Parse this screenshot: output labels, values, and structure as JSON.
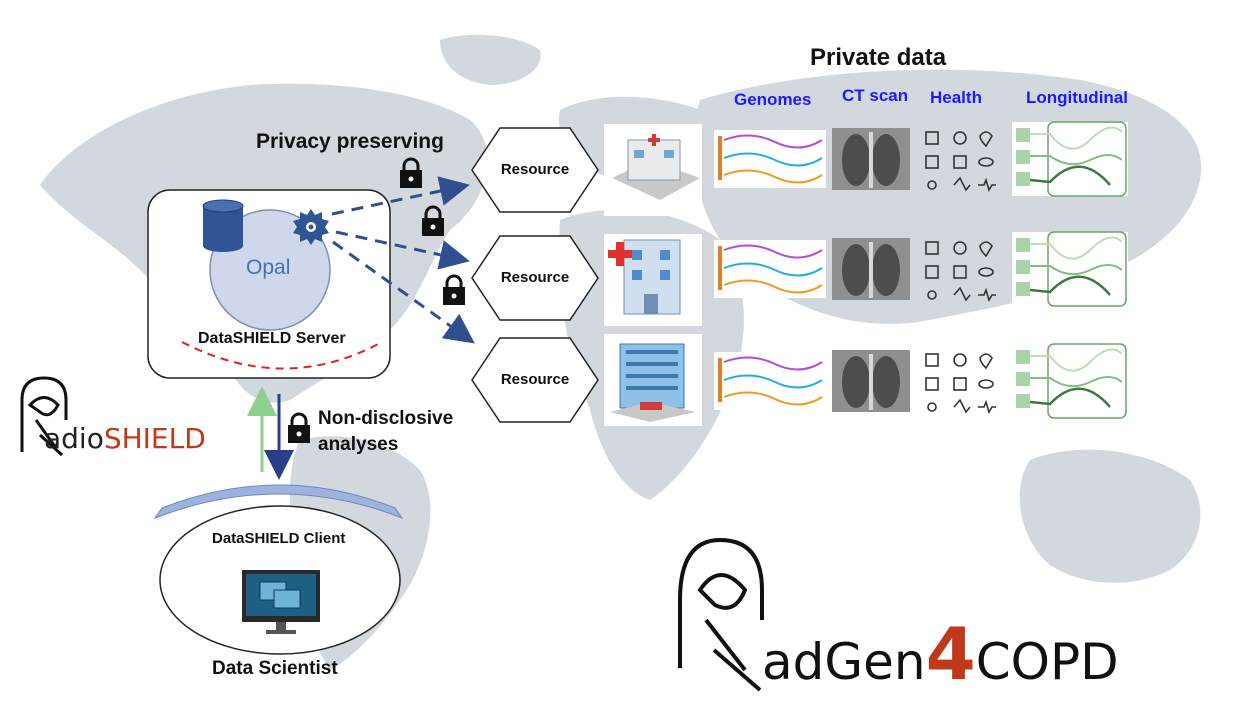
{
  "texts": {
    "private_data": "Private data",
    "privacy_preserving": "Privacy preserving",
    "opal": "Opal",
    "server": "DataSHIELD Server",
    "client": "DataSHIELD Client",
    "scientist": "Data Scientist",
    "non_disclosive_line1": "Non-disclosive",
    "non_disclosive_line2": "analyses"
  },
  "columns": {
    "genomes": "Genomes",
    "ct_scan": "CT scan",
    "health": "Health",
    "longitudinal": "Longitudinal"
  },
  "resources": [
    {
      "label": "Resource"
    },
    {
      "label": "Resource"
    },
    {
      "label": "Resource"
    }
  ],
  "logo_small": {
    "part1": "adio",
    "part2": "SHIELD"
  },
  "logo_large": {
    "part1": "adGen",
    "part2": "4",
    "part3": "COPD"
  },
  "colors": {
    "accent_blue": "#1a1aff",
    "arrow_blue": "#2f4f8f",
    "dashed_red": "#e02020",
    "logo_red": "#c0391b",
    "map_gray": "#d3d8df",
    "opal_fill": "#cfd8ea"
  }
}
